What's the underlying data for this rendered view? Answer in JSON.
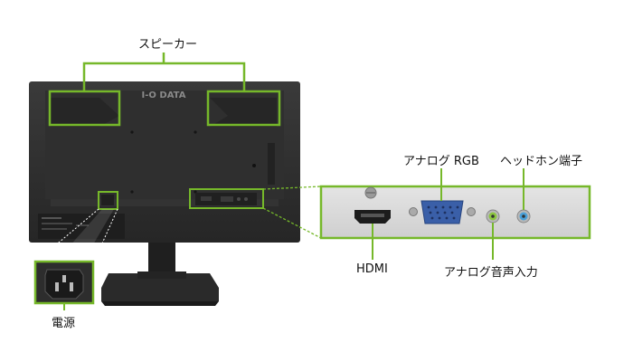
{
  "brand": "I-O DATA",
  "labels": {
    "speaker": "スピーカー",
    "analog_rgb": "アナログ RGB",
    "headphone": "ヘッドホン端子",
    "hdmi": "HDMI",
    "analog_audio_in": "アナログ音声入力",
    "power": "電源"
  },
  "colors": {
    "callout": "#76b82a",
    "monitor_body": "#2b2b2b",
    "panel_bg": "#d9d9d9",
    "vga_blue": "#3a5fa8",
    "audio_green": "#8cc63f",
    "headphone_blue": "#4aa0d8"
  }
}
